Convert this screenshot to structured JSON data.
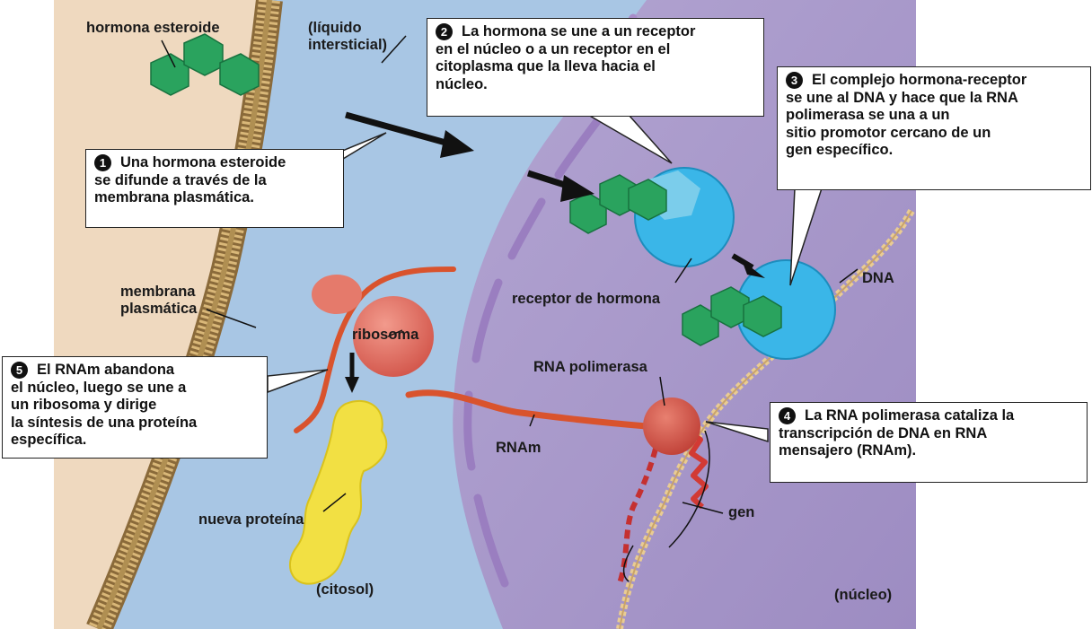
{
  "labels": {
    "steroid_hormone": "hormona esteroide",
    "interstitial_fluid": "(líquido\nintersticial)",
    "plasma_membrane": "membrana\nplasmática",
    "ribosome": "ribosoma",
    "hormone_receptor": "receptor de hormona",
    "dna": "DNA",
    "rna_polymerase": "RNA polimerasa",
    "mrna": "RNAm",
    "gene": "gen",
    "new_protein": "nueva proteína",
    "cytosol": "(citosol)",
    "nucleus": "(núcleo)"
  },
  "steps": [
    {
      "number": "1",
      "text": "Una hormona esteroide\nse difunde a través de la\nmembrana plasmática."
    },
    {
      "number": "2",
      "text": "La hormona se une a un receptor\nen el núcleo o a un receptor en el\ncitoplasma que la lleva hacia el\nnúcleo."
    },
    {
      "number": "3",
      "text": "El complejo hormona-receptor\nse une al DNA y hace que la RNA\npolimerasa se una a un\nsitio promotor cercano de un\ngen específico."
    },
    {
      "number": "4",
      "text": "La RNA polimerasa cataliza la\ntranscripción de DNA en RNA\nmensajero (RNAm)."
    },
    {
      "number": "5",
      "text": "El RNAm abandona\nel núcleo, luego se une a\nun ribosoma y dirige\nla síntesis de una proteína\nespecífica."
    }
  ],
  "colors": {
    "extracellular": "#f0dcc4",
    "cytosol": "#a9c7e6",
    "nucleus": "#a998c8",
    "receptor": "#39b4e6",
    "hormone": "#2aa35e",
    "ribosome": "#e0675a",
    "rna": "#d9532d",
    "protein": "#f2e043"
  }
}
